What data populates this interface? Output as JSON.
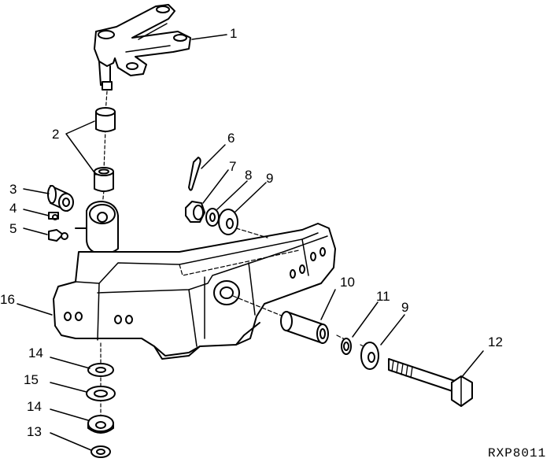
{
  "callouts": {
    "n1": "1",
    "n2": "2",
    "n3": "3",
    "n4": "4",
    "n5": "5",
    "n6": "6",
    "n7": "7",
    "n8": "8",
    "n9a": "9",
    "n9b": "9",
    "n10": "10",
    "n11": "11",
    "n12": "12",
    "n13": "13",
    "n14a": "14",
    "n14b": "14",
    "n15": "15",
    "n16": "16"
  },
  "figure_code": "RXP8011"
}
